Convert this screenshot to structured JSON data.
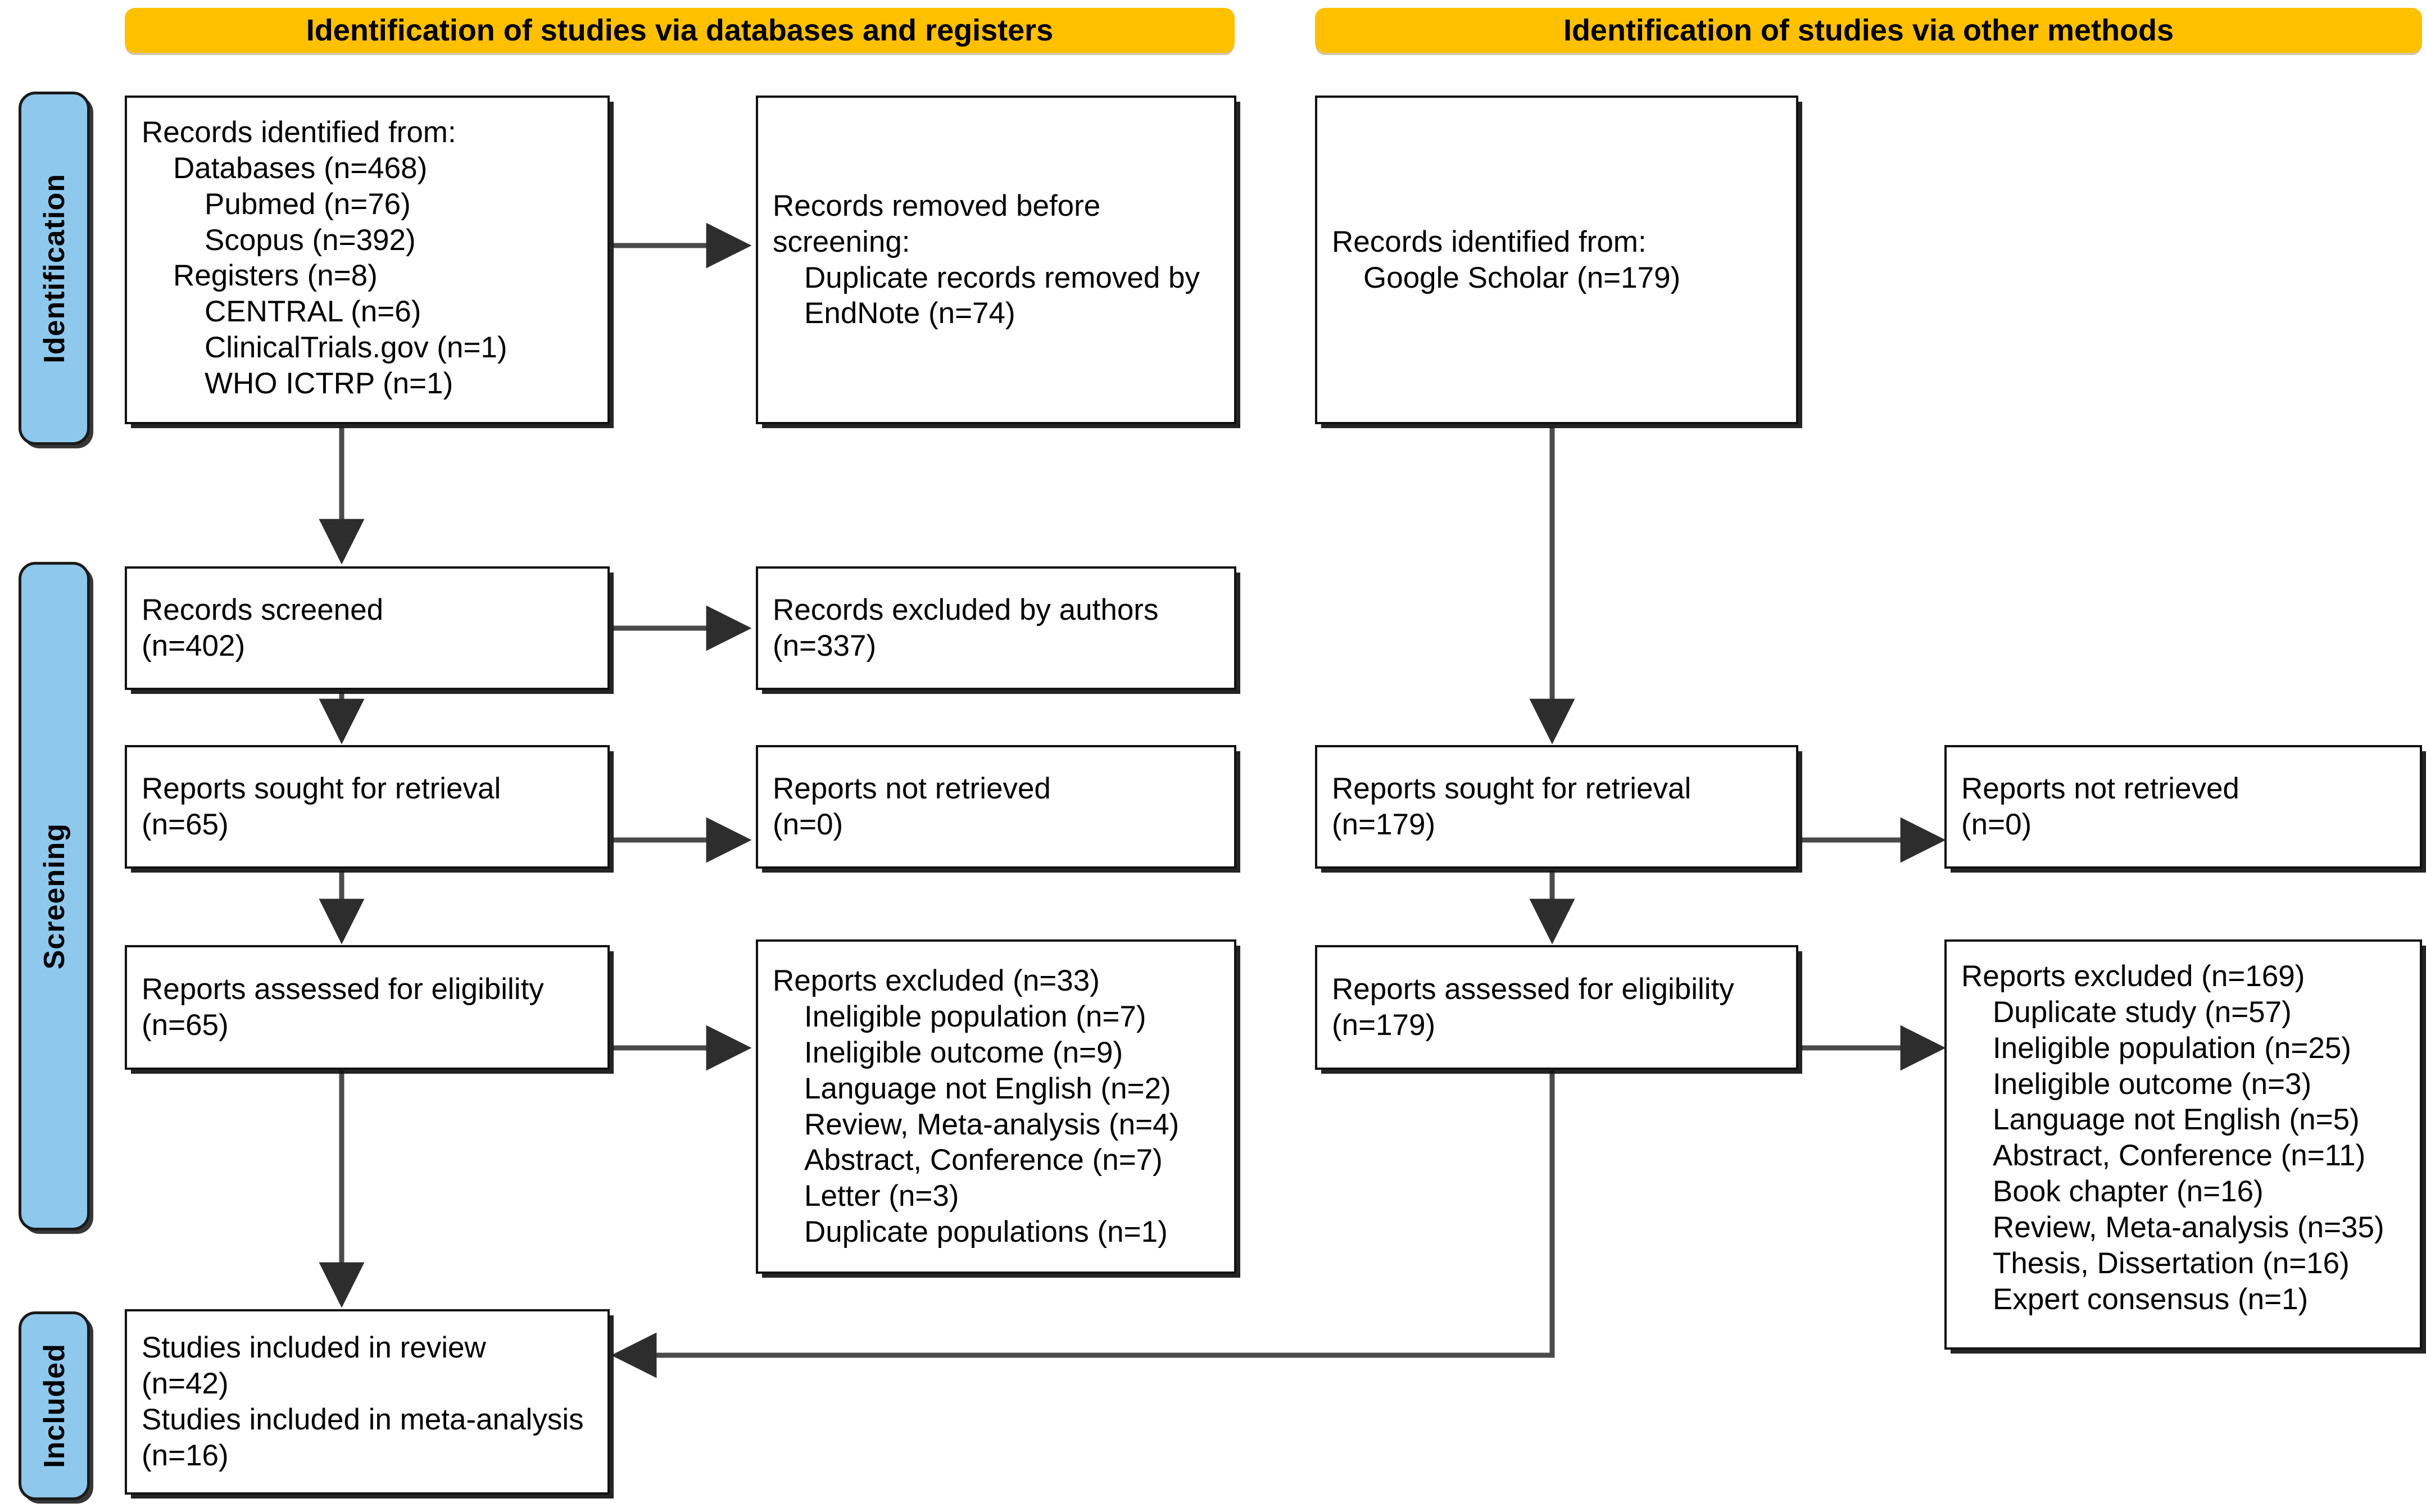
{
  "diagram": {
    "title": "PRISMA 2020 flow diagram",
    "colors": {
      "phase_bar": "#8ec8ec",
      "banner": "#ffc000",
      "box_border": "#111111",
      "connector": "#3a3a3a"
    }
  },
  "phases": [
    {
      "label": "Identification"
    },
    {
      "label": "Screening"
    },
    {
      "label": "Included"
    }
  ],
  "banners": [
    {
      "label": "Identification of studies via databases and registers"
    },
    {
      "label": "Identification of studies via other methods"
    }
  ],
  "boxes": {
    "records_identified_db": {
      "name": "Records identified from databases and registers",
      "lines": [
        {
          "text": "Records identified from:",
          "indent": 0
        },
        {
          "text": "Databases (n=468)",
          "indent": 1
        },
        {
          "text": "Pubmed (n=76)",
          "indent": 2
        },
        {
          "text": "Scopus (n=392)",
          "indent": 2
        },
        {
          "text": "Registers (n=8)",
          "indent": 1
        },
        {
          "text": "CENTRAL (n=6)",
          "indent": 2
        },
        {
          "text": "ClinicalTrials.gov (n=1)",
          "indent": 2
        },
        {
          "text": "WHO ICTRP (n=1)",
          "indent": 2
        }
      ]
    },
    "records_removed": {
      "name": "Records removed before screening",
      "lines": [
        {
          "text": "Records removed before",
          "indent": 0
        },
        {
          "text": "screening:",
          "indent": 0
        },
        {
          "text": "Duplicate records removed by",
          "indent": 1
        },
        {
          "text": "EndNote (n=74)",
          "indent": 1
        }
      ]
    },
    "records_identified_other": {
      "name": "Records identified from other methods",
      "lines": [
        {
          "text": "Records identified from:",
          "indent": 0
        },
        {
          "text": "Google Scholar (n=179)",
          "indent": 1
        }
      ]
    },
    "records_screened": {
      "name": "Records screened",
      "lines": [
        {
          "text": "Records screened",
          "indent": 0
        },
        {
          "text": "(n=402)",
          "indent": 0
        }
      ]
    },
    "records_excluded": {
      "name": "Records excluded by authors",
      "lines": [
        {
          "text": "Records excluded by authors",
          "indent": 0
        },
        {
          "text": "(n=337)",
          "indent": 0
        }
      ]
    },
    "reports_sought_db": {
      "name": "Reports sought for retrieval (databases)",
      "lines": [
        {
          "text": "Reports sought for retrieval",
          "indent": 0
        },
        {
          "text": "(n=65)",
          "indent": 0
        }
      ]
    },
    "reports_not_retrieved_db": {
      "name": "Reports not retrieved (databases)",
      "lines": [
        {
          "text": "Reports not retrieved",
          "indent": 0
        },
        {
          "text": "(n=0)",
          "indent": 0
        }
      ]
    },
    "reports_assessed_db": {
      "name": "Reports assessed for eligibility (databases)",
      "lines": [
        {
          "text": "Reports assessed for eligibility",
          "indent": 0
        },
        {
          "text": "(n=65)",
          "indent": 0
        }
      ]
    },
    "reports_excluded_db": {
      "name": "Reports excluded (databases)",
      "lines": [
        {
          "text": "Reports excluded (n=33)",
          "indent": 0
        },
        {
          "text": "Ineligible population (n=7)",
          "indent": 1
        },
        {
          "text": "Ineligible outcome (n=9)",
          "indent": 1
        },
        {
          "text": "Language not English (n=2)",
          "indent": 1
        },
        {
          "text": "Review, Meta-analysis (n=4)",
          "indent": 1
        },
        {
          "text": "Abstract, Conference (n=7)",
          "indent": 1
        },
        {
          "text": "Letter (n=3)",
          "indent": 1
        },
        {
          "text": "Duplicate populations (n=1)",
          "indent": 1
        }
      ]
    },
    "reports_sought_other": {
      "name": "Reports sought for retrieval (other methods)",
      "lines": [
        {
          "text": "Reports sought for retrieval",
          "indent": 0
        },
        {
          "text": "(n=179)",
          "indent": 0
        }
      ]
    },
    "reports_not_retrieved_other": {
      "name": "Reports not retrieved (other methods)",
      "lines": [
        {
          "text": "Reports not retrieved",
          "indent": 0
        },
        {
          "text": "(n=0)",
          "indent": 0
        }
      ]
    },
    "reports_assessed_other": {
      "name": "Reports assessed for eligibility (other methods)",
      "lines": [
        {
          "text": "Reports assessed for eligibility",
          "indent": 0
        },
        {
          "text": "(n=179)",
          "indent": 0
        }
      ]
    },
    "reports_excluded_other": {
      "name": "Reports excluded (other methods)",
      "lines": [
        {
          "text": "Reports excluded (n=169)",
          "indent": 0
        },
        {
          "text": "Duplicate study (n=57)",
          "indent": 1
        },
        {
          "text": "Ineligible population (n=25)",
          "indent": 1
        },
        {
          "text": "Ineligible outcome (n=3)",
          "indent": 1
        },
        {
          "text": "Language not English (n=5)",
          "indent": 1
        },
        {
          "text": "Abstract, Conference (n=11)",
          "indent": 1
        },
        {
          "text": "Book chapter (n=16)",
          "indent": 1
        },
        {
          "text": "Review, Meta-analysis (n=35)",
          "indent": 1
        },
        {
          "text": "Thesis, Dissertation (n=16)",
          "indent": 1
        },
        {
          "text": "Expert consensus (n=1)",
          "indent": 1
        }
      ]
    },
    "studies_included": {
      "name": "Studies included in review and meta-analysis",
      "lines": [
        {
          "text": "Studies included in review",
          "indent": 0
        },
        {
          "text": "(n=42)",
          "indent": 0
        },
        {
          "text": "Studies included in meta-analysis",
          "indent": 0
        },
        {
          "text": "(n=16)",
          "indent": 0
        }
      ]
    }
  }
}
